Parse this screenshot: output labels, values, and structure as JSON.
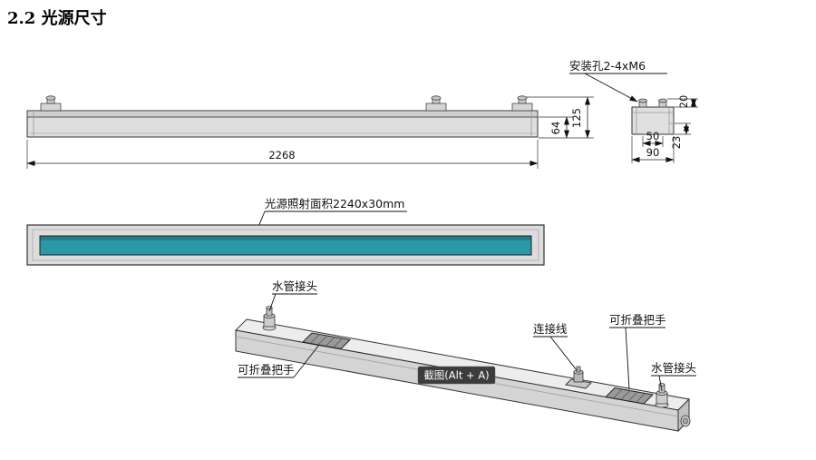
{
  "title": "2.2 光源尺寸",
  "front_view": {
    "length": "2268",
    "height_body": "64",
    "height_total": "125"
  },
  "end_view": {
    "callout": "安装孔2-4xM6",
    "dim_top": "20",
    "dim_side": "23",
    "dim_spacing": "50",
    "dim_width": "90"
  },
  "glow_view": {
    "callout": "光源照射面积2240x30mm",
    "strip_color": "#2a98a8"
  },
  "iso_view": {
    "water_left": "水管接头",
    "handle_left": "可折叠把手",
    "cable": "连接线",
    "handle_right": "可折叠把手",
    "water_right": "水管接头"
  },
  "overlay": {
    "screenshot_tooltip": "截图(Alt + A)"
  }
}
